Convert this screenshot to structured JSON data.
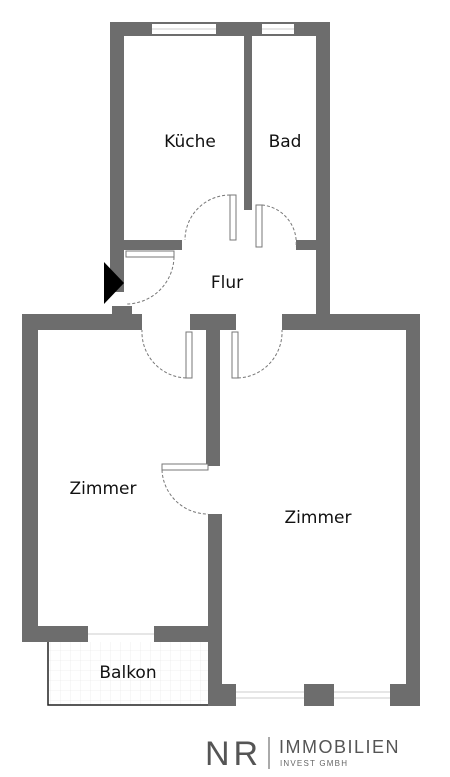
{
  "rooms": {
    "kueche": "Küche",
    "bad": "Bad",
    "flur": "Flur",
    "zimmer_left": "Zimmer",
    "zimmer_right": "Zimmer",
    "balkon": "Balkon"
  },
  "logo": {
    "initials": "NR",
    "name": "IMMOBILIEN",
    "subtitle": "INVEST GMBH"
  },
  "colors": {
    "wall": "#6d6d6d",
    "door_arc": "#777777",
    "entrance": "#000000"
  }
}
